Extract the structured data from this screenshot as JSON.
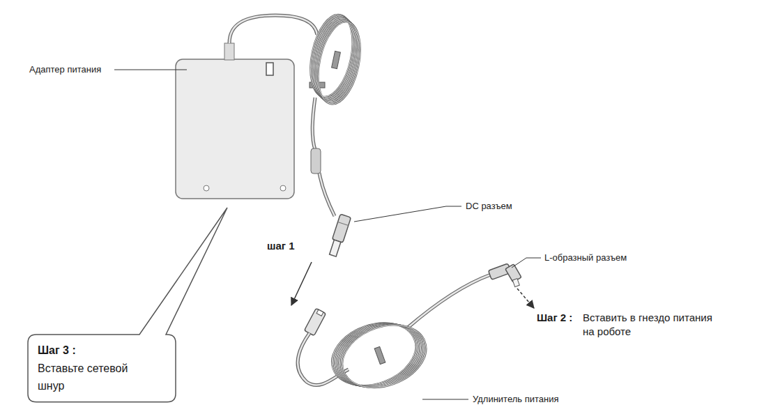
{
  "diagram": {
    "nodes": [
      {
        "text": [
          "Шаг 3 :",
          "Вставьте сетевой шнур"
        ]
      }
    ],
    "labels": [
      "Адаптер питания",
      "шаг 1",
      "DC разъем",
      "L-образный разъем",
      "Шаг 2 :",
      "Вставить в гнездо питания на роботе",
      "Удлинитель питания"
    ]
  }
}
